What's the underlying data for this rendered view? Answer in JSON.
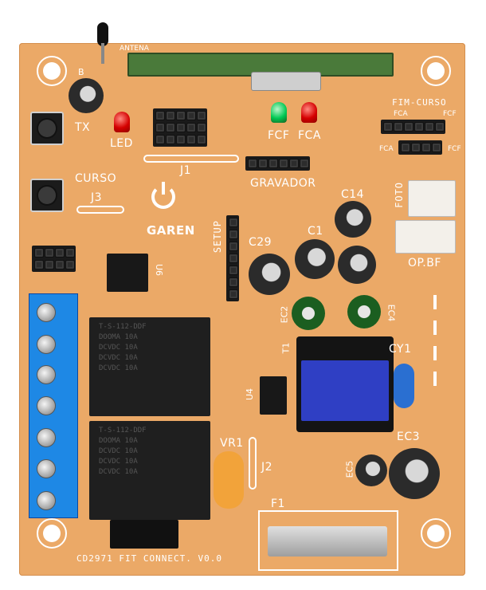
{
  "board": {
    "labels": {
      "tx": "TX",
      "led": "LED",
      "curso": "CURSO",
      "j3": "J3",
      "j1": "J1",
      "gravador": "GRAVADOR",
      "fcf": "FCF",
      "fca": "FCA",
      "fim_curso": "FIM-CURSO",
      "fca_small": "FCA",
      "fcf_small": "FCF",
      "fca_small2": "FCA",
      "fcf_small2": "FCF",
      "c14": "C14",
      "c29": "C29",
      "c1": "C1",
      "ec2": "EC2",
      "ec4": "EC4",
      "setup": "SETUP",
      "foto": "FOTO",
      "op_bf": "OP.BF",
      "u6": "U6",
      "u4": "U4",
      "t1": "T1",
      "cy1": "CY1",
      "vr1": "VR1",
      "j2": "J2",
      "ec3": "EC3",
      "ec5": "EC5",
      "f1": "F1",
      "footer": "CD2971 FIT CONNECT. V0.0",
      "antena": "ANTENA",
      "b": "B"
    },
    "logo": {
      "brand": "GAREN"
    },
    "relay_text": {
      "line1": "T-S-112-DDF",
      "line2": "DOOMA 10A",
      "line3": "DCVDC 10A",
      "line4": "DCVDC 10A",
      "line5": "DCVDC 10A"
    }
  }
}
